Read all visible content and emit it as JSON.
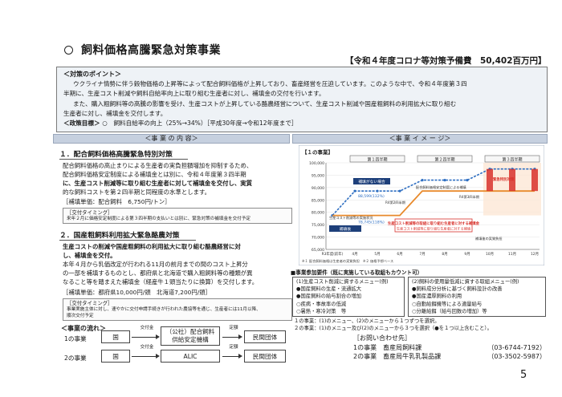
{
  "header": {
    "title": "飼料価格高騰緊急対策事業",
    "budget": "【令和４年度コロナ等対策予備費　50,402百万円】"
  },
  "points": {
    "heading": "＜対策のポイント＞",
    "lines": [
      "ウクライナ情勢に伴う穀物価格の上昇等によって配合飼料価格が上昇しており、畜産経営を圧迫しています。このような中で、令和４年度第３四",
      "半期に、生産コスト削減や飼料自給率向上に取り組む生産者に対し、補填金の交付を行います。",
      "また、購入粗飼料等の高騰の影響を受け、生産コストが上昇している酪農経営について、生産コスト削減や国産粗飼料の利用拡大に取り組む",
      "生産者に対し、補填金を交付します。"
    ],
    "goal_label": "＜政策目標＞",
    "goal_text": "○　飼料自給率の向上（25%→34%）［平成30年度→令和12年度まで］"
  },
  "sections": {
    "content_header": "＜事 業 の 内 容＞",
    "image_header": "＜事 業 イ メ ー ジ＞"
  },
  "item1": {
    "title": "１．配合飼料価格高騰緊急特別対策",
    "lines": [
      "配合飼料価格の高止まりによる生産者の実負担額増加を抑制するため、",
      "配合飼料価格安定制度による補填金とは別に、令和４年度第３四半期",
      "に、生産コスト削減等に取り組む生産者に対して補填金を交付し、実質",
      "的な飼料コストを第２四半期と同程度の水準とします。"
    ],
    "unit_price": "［補填単価：配合飼料　6,750円/トン］",
    "timing_label": "［交付タイミング］",
    "timing_text": "来年２月に価格安定制度による第３四半期の支払いとは別に、緊急対策の補填金を交付予定"
  },
  "item2": {
    "title": "２．国産粗飼料利用拡大緊急酪農対策",
    "lines_bold": [
      "生産コストの削減や国産粗飼料の利用拡大に取り組む酪農経営に対",
      "し、補填金を交付。"
    ],
    "lines": [
      "本年４月から乳価改定が行われる11月の前月までの間のコスト上昇分",
      "の一部を補填するものとし、都府県と北海道で購入粗飼料等の種類が異",
      "なること等を踏まえた補填金（経産牛１頭当たりに換算）を交付します。"
    ],
    "unit_price": "［補填単価：都府県10,000円/頭　北海道7,200円/頭］",
    "timing_label": "［交付タイミング］",
    "timing_text_1": "事業実施主体に対し、速やかに交付申請手続きが行われた農協等を通じ、生産者には11月以降、",
    "timing_text_2": "順次交付予定"
  },
  "flow": {
    "title": "＜事業の流れ＞",
    "row1_label": "1の事業",
    "row2_label": "2の事業",
    "country": "国",
    "grant": "交付金",
    "fixed_amount": "定額",
    "assoc_1": "（公社）配合飼料",
    "assoc_2": "供給安定機構",
    "alic": "ALIC",
    "private": "民間団体"
  },
  "chart_data": {
    "type": "line",
    "title": "【１の事業】",
    "quarters": [
      "第１四半期",
      "第２四半期",
      "第３四半期"
    ],
    "ylim": [
      65000,
      100000
    ],
    "yticks": [
      "100,000",
      "95,000",
      "90,000",
      "85,000",
      "80,000",
      "75,000",
      "70,000",
      "65,000"
    ],
    "categories": [
      "R3年度(前年)",
      "4月",
      "5月",
      "6月",
      "7月",
      "8月",
      "9月",
      "10月",
      "11月",
      "12月"
    ],
    "annotations": {
      "no_compensation": "補填がない場合",
      "after_compensation": "補填後",
      "r4q1_level": "88,599(132%)",
      "base_level": "78,745(118%)",
      "r4q2": "R4第2四半期",
      "r4q3": "R4第3四半期",
      "zh_pay": "配合飼料価格安定制度による補填",
      "new_pay": "生産コスト削減等に取り組む生産者に対する補填",
      "actual_burden": "補填後の実質負担",
      "cost_cut_box": "生産コスト削減等の実施状況",
      "emergency": "緊急特別対策",
      "highlight": "生産コスト削減等の取組に取り組む生産者に対する補填金",
      "footnote": "※１ 配合飼料価格は生産者の実質負担　※２ 価格予想ベース"
    }
  },
  "requirements": {
    "title": "■事業参加要件（既に実施している取組もカウント可）",
    "menu1_title": "(1)生産コスト削減に資するメニュー(例)",
    "menu1_items": [
      "●国産飼料の生産・流通拡大",
      "●国産飼料の給与割合の増加",
      "○疾病・事故率の低減",
      "○暑熱・寒冷対策　等"
    ],
    "menu2_title": "(2)飼料の使用量低減に資する取組メニュー(例)",
    "menu2_items": [
      "●飼料成分分析に基づく飼料設計の改善",
      "●国産濃厚飼料の利用",
      "○自動給餌機等による適量給与",
      "○分離給餌（給与回数の増加）等"
    ],
    "note1": "１の事業：(1)のメニュー、(2)のメニューから１つずつを選択。",
    "note2": "２の事業：(1)のメニュー及び(2)のメニューから３つを選択（●を１つ以上含むこと）。"
  },
  "contact": {
    "title": "［お問い合わせ先］",
    "line1_label": "1の事業　畜産局飼料課",
    "line1_tel": "（03-6744-7192）",
    "line2_label": "2の事業　畜産局牛乳乳製品課",
    "line2_tel": "（03-3502-5987）"
  },
  "page": {
    "number": "5"
  },
  "colors": {
    "section_bar": "#c6d0df",
    "point_bg": "#eef2f6",
    "chart_blue": "#2f6fc2",
    "chart_red": "#d8312b",
    "chart_orange": "#e88a2c"
  }
}
